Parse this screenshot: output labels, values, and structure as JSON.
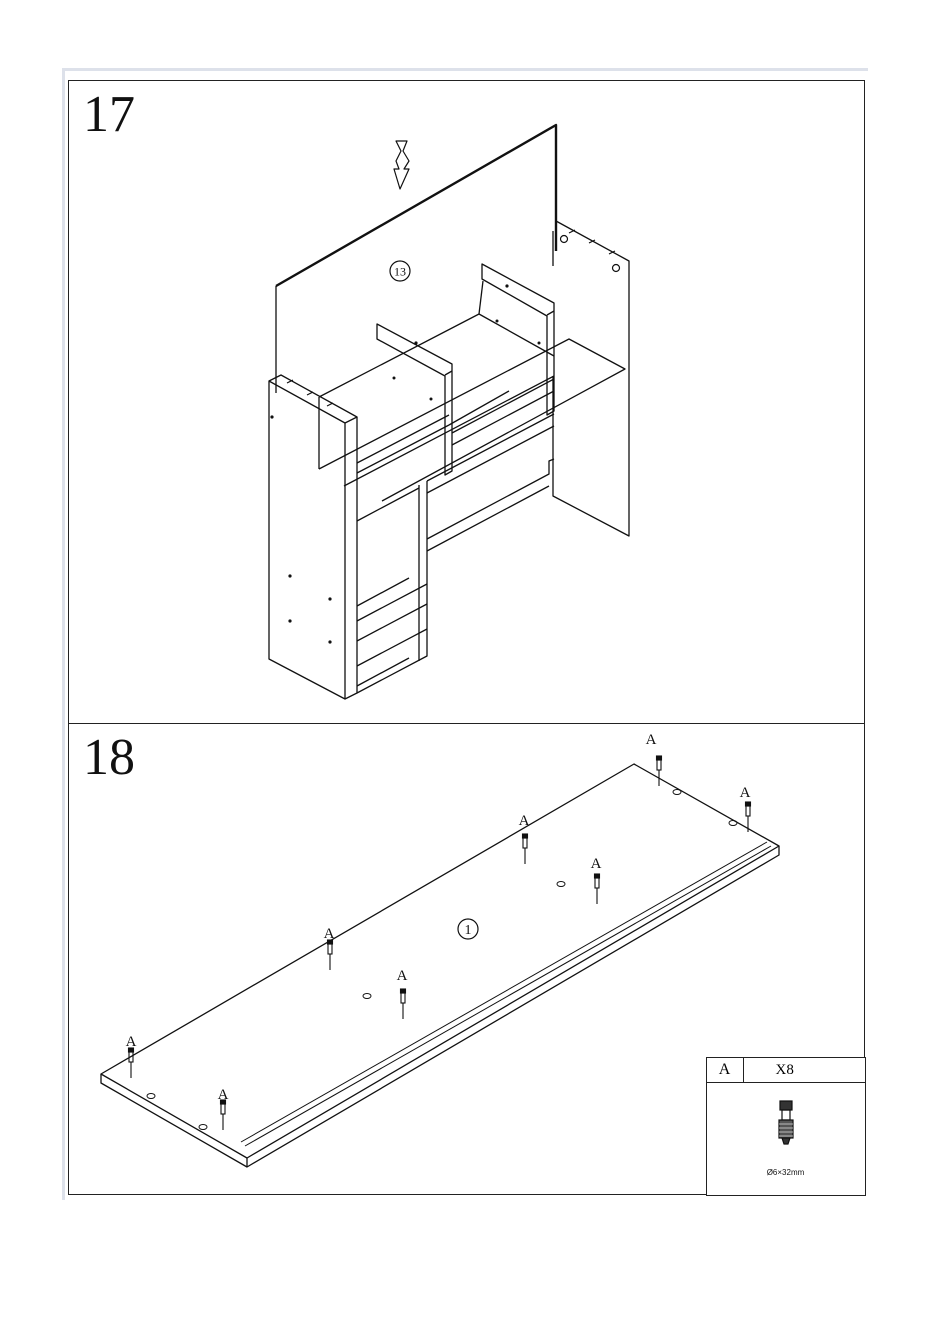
{
  "steps": [
    {
      "number": "17",
      "part_label": "13"
    },
    {
      "number": "18",
      "part_label": "1",
      "fitting_letter": "A",
      "legend": {
        "letter": "A",
        "quantity": "X8",
        "size": "Ø6×32mm"
      }
    }
  ]
}
